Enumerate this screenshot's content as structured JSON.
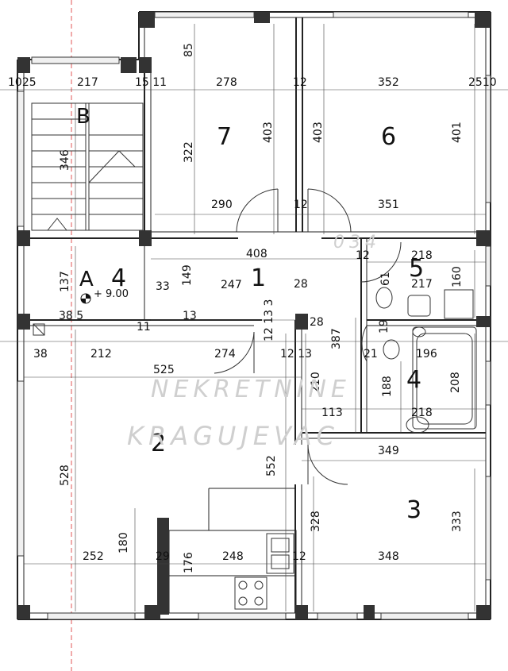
{
  "rooms": {
    "r7": "7",
    "r6": "6",
    "r1": "1",
    "r2": "2",
    "r3": "3",
    "r4": "4",
    "r5": "5",
    "rB": "B",
    "rA": "A",
    "rA4": "4"
  },
  "level": "+ 9.00",
  "watermark": {
    "line1": "NEKRETNINE",
    "line2": "KRAGUJEVAC",
    "phone": "034"
  },
  "dims": {
    "d85": "85",
    "d1025": "1025",
    "d217a": "217",
    "d1511": "15 11",
    "d278": "278",
    "d12a": "12",
    "d352": "352",
    "d2510": "2510",
    "d346": "346",
    "d322": "322",
    "d403a": "403",
    "d403b": "403",
    "d401": "401",
    "d290": "290",
    "d12b": "12",
    "d351": "351",
    "d408": "408",
    "d12c": "12",
    "d218a": "218",
    "d137": "137",
    "d33": "33",
    "d149": "149",
    "d247": "247",
    "d28a": "28",
    "d61": "61",
    "d217b": "217",
    "d160": "160",
    "d385": "38 5",
    "d11": "11",
    "d13a": "13",
    "d12133": "12 13 3",
    "d28b": "28",
    "d387": "387",
    "d19": "19",
    "d38": "38",
    "d212": "212",
    "d274": "274",
    "d1213": "12 13",
    "d21": "21",
    "d196": "196",
    "d525": "525",
    "d210": "210",
    "d188": "188",
    "d208": "208",
    "d113": "113",
    "d218b": "218",
    "d349": "349",
    "d528": "528",
    "d552": "552",
    "d180": "180",
    "d328": "328",
    "d333": "333",
    "d252": "252",
    "d29": "29",
    "d248": "248",
    "d12d": "12",
    "d348": "348",
    "d176": "176"
  },
  "colors": {
    "wall": "#222222",
    "dimline": "#333333",
    "axis": "#e05555",
    "watermark": "#cfcfcf"
  }
}
